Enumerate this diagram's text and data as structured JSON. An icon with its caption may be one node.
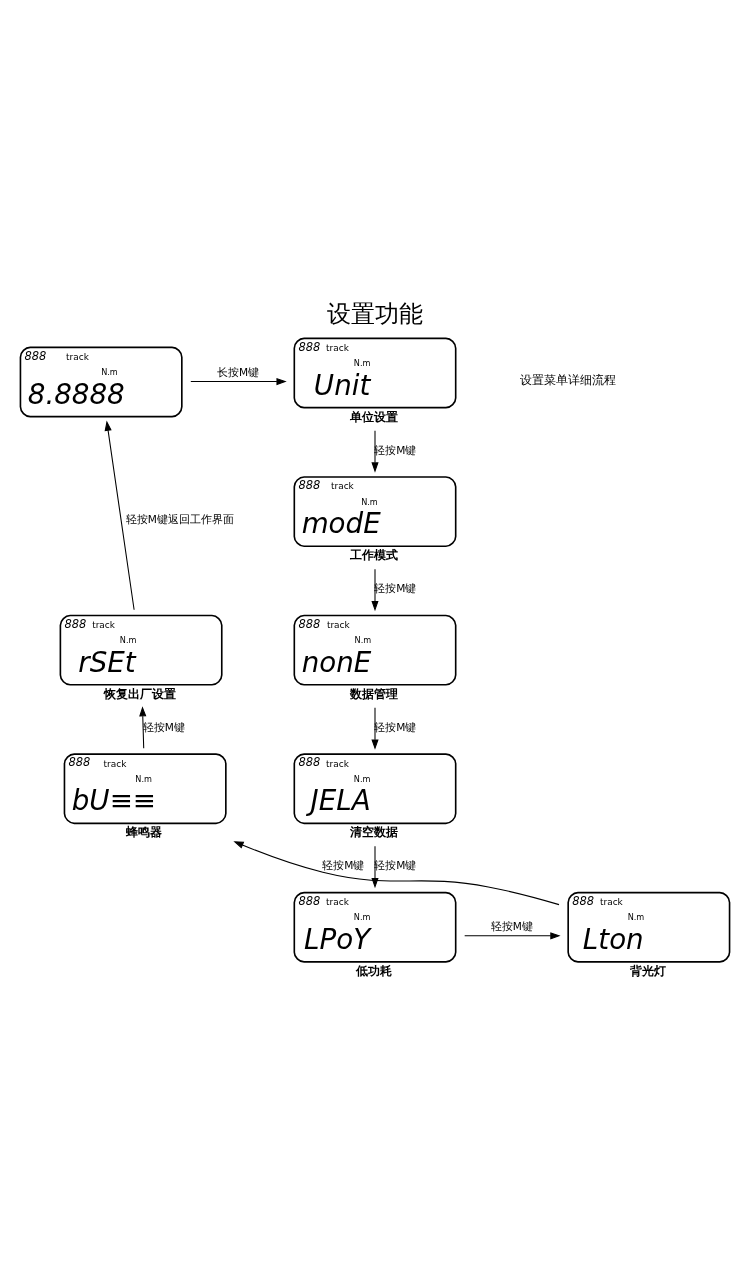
{
  "diagram": {
    "title": "设置功能",
    "nodes": [
      {
        "text": [
          "888",
          "track",
          "N.m",
          "8.8888"
        ]
      },
      {
        "text": [
          "888",
          "track",
          "N.m",
          "Unit"
        ],
        "beside": [
          "单位设置"
        ]
      },
      {
        "text": [
          "888",
          "track",
          "N.m",
          "modE"
        ],
        "beside": [
          "工作模式"
        ]
      },
      {
        "text": [
          "888",
          "track",
          "N.m",
          "nonE"
        ],
        "beside": [
          "数据管理"
        ]
      },
      {
        "text": [
          "888",
          "track",
          "N.m",
          "JELA"
        ],
        "beside": [
          "清空数据"
        ]
      },
      {
        "text": [
          "888",
          "track",
          "N.m",
          "LPoY"
        ],
        "beside": [
          "低功耗"
        ]
      },
      {
        "text": [
          "888",
          "track",
          "N.m",
          "Lton"
        ],
        "beside": [
          "背光灯"
        ]
      },
      {
        "text": [
          "888",
          "track",
          "N.m",
          "bU≡≡"
        ],
        "beside": [
          "蜂鸣器"
        ]
      },
      {
        "text": [
          "888",
          "track",
          "N.m",
          "rSEt"
        ],
        "beside": [
          "恢复出厂设置"
        ]
      }
    ],
    "edges": [
      {
        "from": 0,
        "to": 1,
        "arrow": "to",
        "label": "长按M键"
      },
      {
        "from": 1,
        "to": 2,
        "arrow": "to",
        "label": "轻按M键"
      },
      {
        "from": 2,
        "to": 3,
        "arrow": "to",
        "label": "轻按M键"
      },
      {
        "from": 3,
        "to": 4,
        "arrow": "to",
        "label": "轻按M键"
      },
      {
        "from": 4,
        "to": 5,
        "arrow": "to",
        "label": "轻按M键"
      },
      {
        "from": 5,
        "to": 6,
        "arrow": "to",
        "label": "轻按M键"
      },
      {
        "from": 6,
        "to": 7,
        "arrow": "to",
        "label": "轻按M键"
      },
      {
        "from": 7,
        "to": 8,
        "arrow": "to",
        "label": "轻按M键"
      },
      {
        "from": 8,
        "to": 0,
        "arrow": "to",
        "label": "轻按M键返回工作界面"
      }
    ],
    "labels": [
      "设置菜单详细流程"
    ]
  }
}
